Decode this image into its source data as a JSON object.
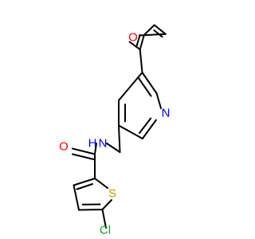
{
  "atoms": {
    "furan_oxygen": "O",
    "pyridine_nitrogen": "N",
    "amide_nitrogen_h": "N",
    "amide_hydrogen": "H",
    "carbonyl_oxygen": "O",
    "thiophene_sulfur": "S",
    "chlorine": "Cl"
  },
  "colors": {
    "bond": "#000000",
    "oxygen": "#ff0000",
    "nitrogen": "#0000ff",
    "sulfur": "#b3a100",
    "chlorine": "#1f9d1f",
    "background": "#ffffff"
  }
}
